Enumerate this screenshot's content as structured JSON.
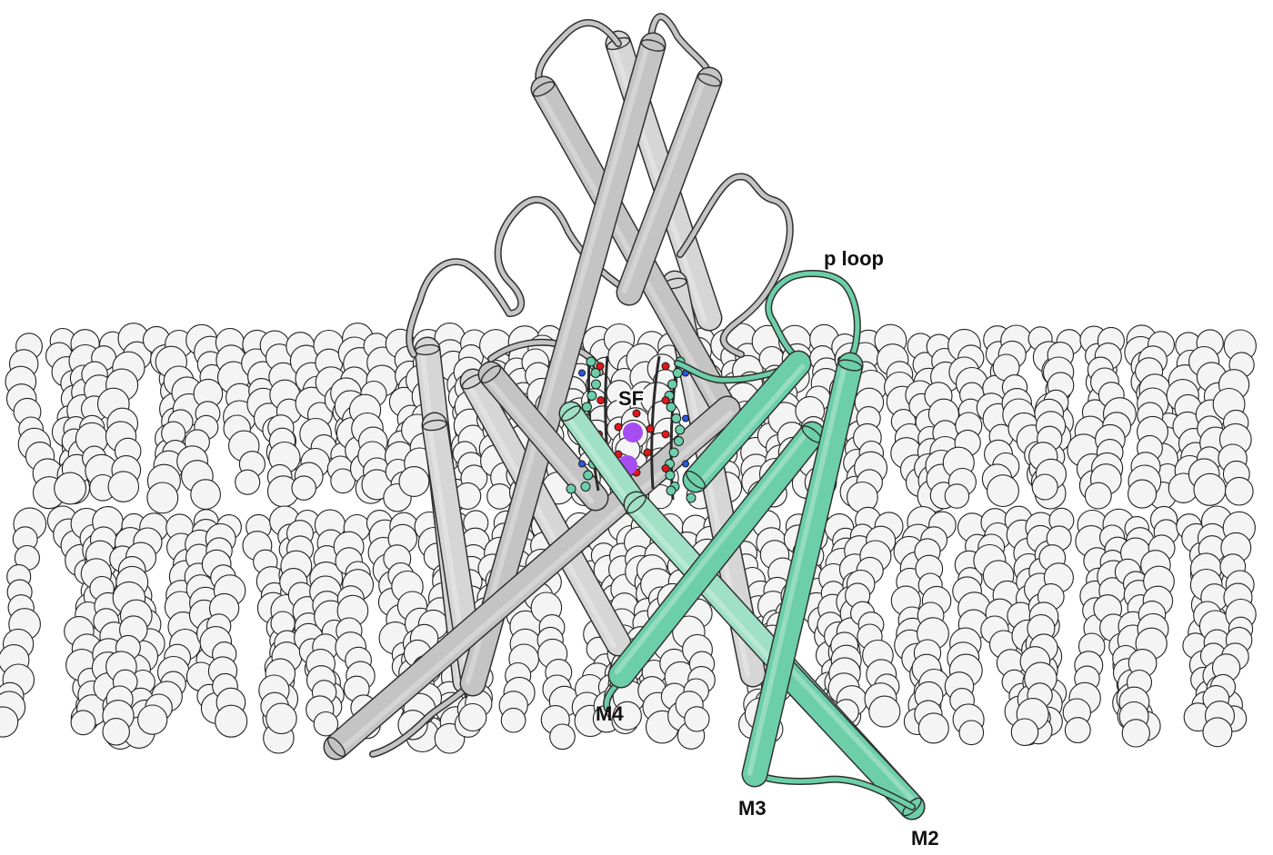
{
  "labels": {
    "selectivity_filter": "SF",
    "pore_loop": "p loop",
    "helix_m4": "M4",
    "helix_m3": "M3",
    "helix_m2": "M2"
  },
  "colors": {
    "membrane_fill": "#f4f4f4",
    "membrane_outline": "#222222",
    "gray_subunit": "#c4c4c4",
    "gray_subunit_light": "#d6d6d6",
    "teal_subunit": "#6ccfaa",
    "teal_subunit_light": "#9fe0c6",
    "ion": "#a64df2",
    "atom_oxygen": "#e01818",
    "atom_nitrogen": "#2a55e8",
    "atom_carbon": "#6ccfaa"
  }
}
